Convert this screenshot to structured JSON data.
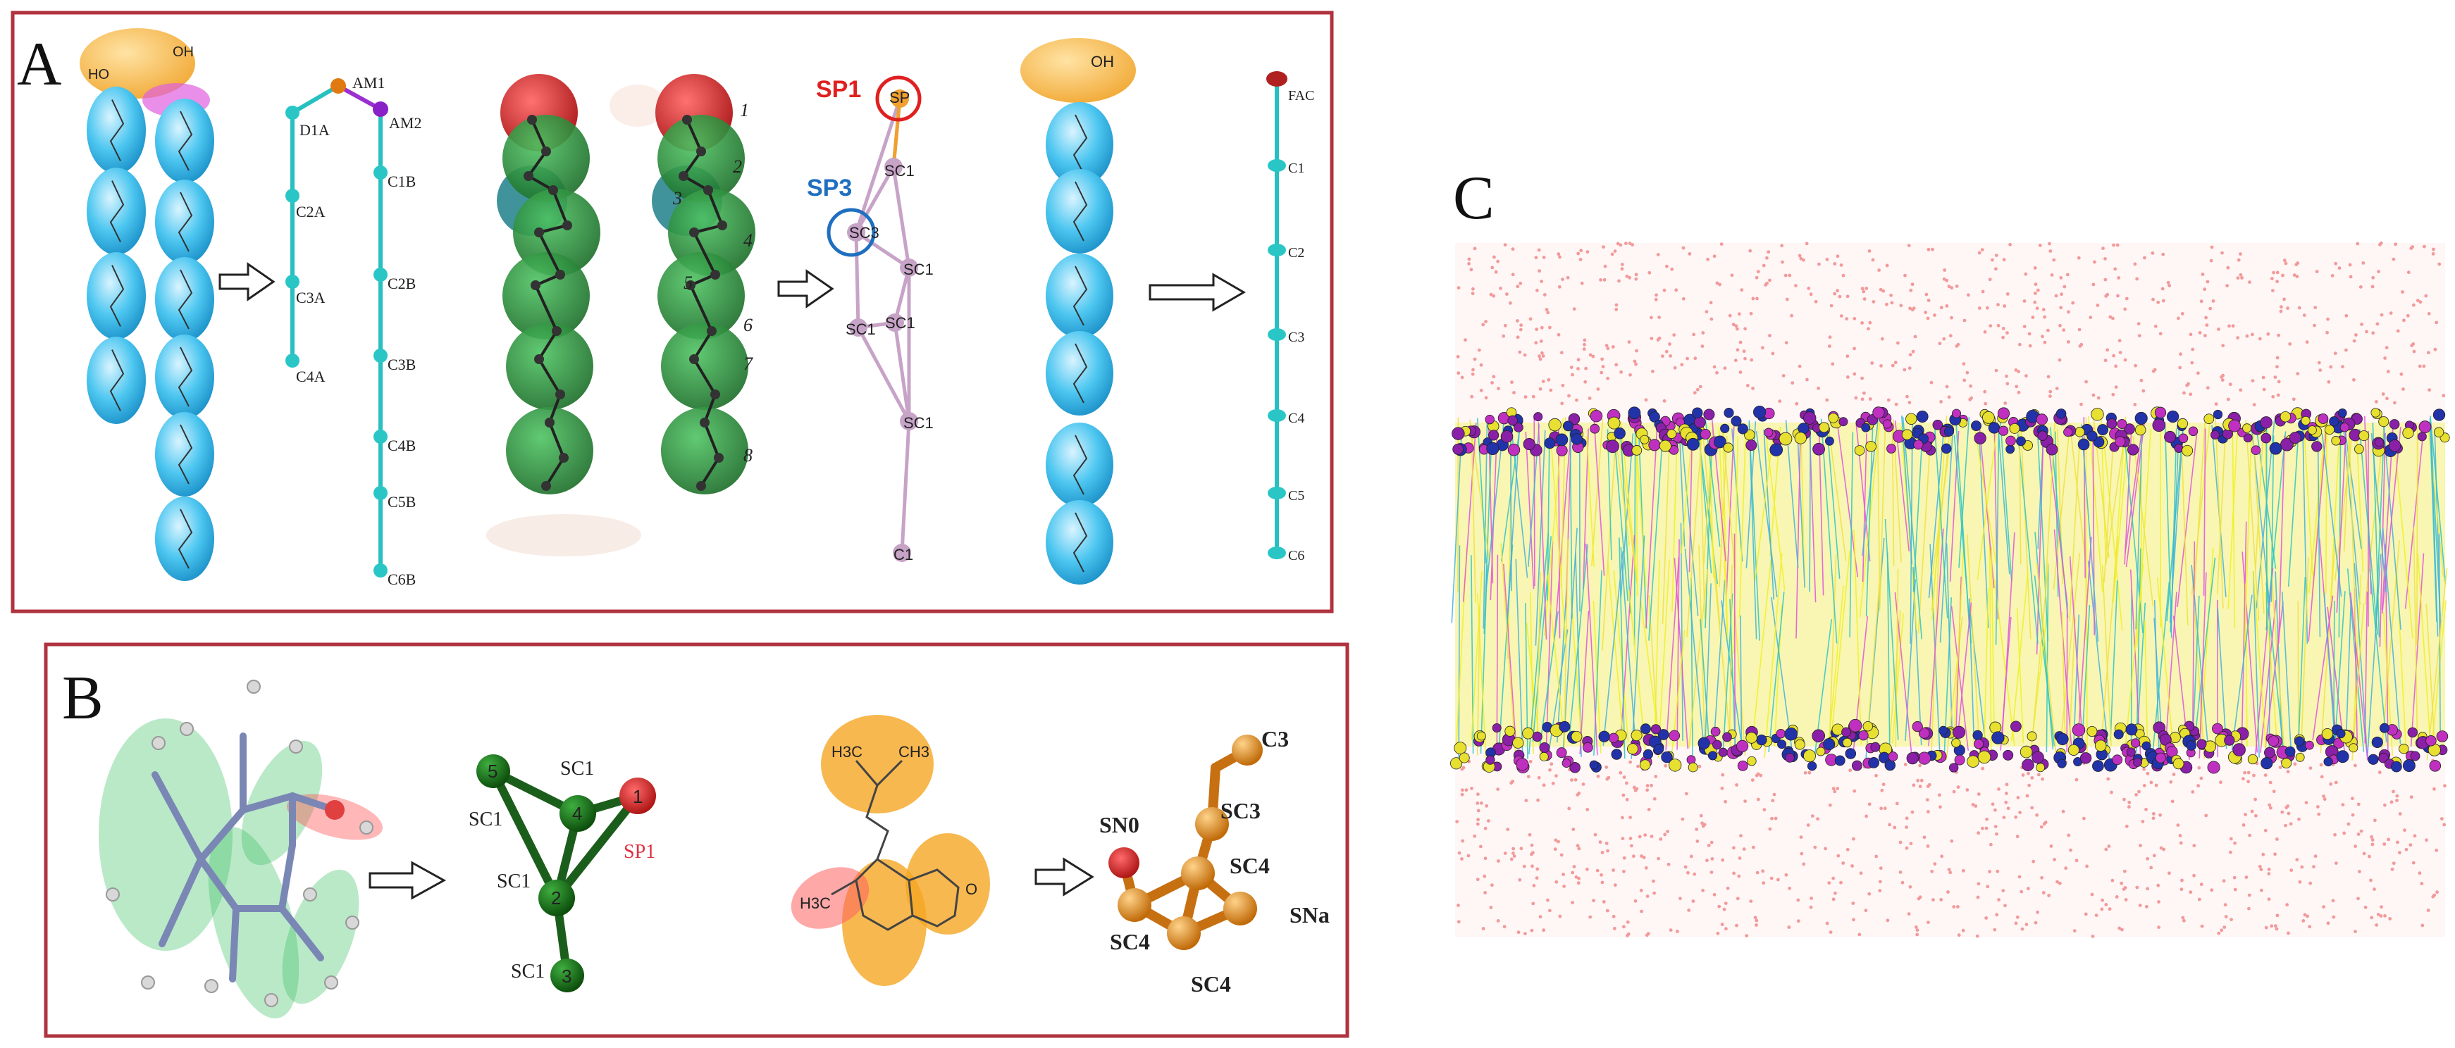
{
  "panels": {
    "a": "A",
    "b": "B",
    "c": "C"
  },
  "panel_a": {
    "lipid_head_labels": [
      "OH",
      "HO"
    ],
    "lipid_chain_a": [
      "D1A",
      "C2A",
      "C3A",
      "C4A"
    ],
    "lipid_chain_b": [
      "AM1",
      "AM2",
      "C1B",
      "C2B",
      "C3B",
      "C4B",
      "C5B",
      "C6B"
    ],
    "sterol_numbers": [
      "1",
      "2",
      "3",
      "4",
      "5",
      "6",
      "7",
      "8"
    ],
    "sterol_cg_labels": [
      "SP1",
      "SP3"
    ],
    "sterol_cg_beads": [
      "SP",
      "SC1",
      "SC3",
      "SC1",
      "SC1",
      "SC1",
      "SC1",
      "C1"
    ],
    "acid_head_label": "OH",
    "acid_beads": [
      "FAC",
      "C1",
      "C2",
      "C3",
      "C4",
      "C5",
      "C6"
    ]
  },
  "panel_b": {
    "molecule1_beads": [
      "SC1",
      "SC1",
      "SP1",
      "SC1",
      "SC1"
    ],
    "molecule1_numbers": [
      "5",
      "4",
      "1",
      "2",
      "3"
    ],
    "molecule2_atoms": [
      "H3C",
      "CH3",
      "H3C",
      "O"
    ],
    "molecule2_beads": [
      "C3",
      "SN0",
      "SC3",
      "SC4",
      "SC4",
      "SNa",
      "SC4"
    ]
  },
  "colors": {
    "frame": "#b0323f",
    "chain_blue": "#2ab4e8",
    "bead_cyan": "#26c8c8",
    "head_orange": "#f5a623",
    "green": "#2f9a3c",
    "red": "#d41e1e",
    "water": "#f3a3a3"
  }
}
